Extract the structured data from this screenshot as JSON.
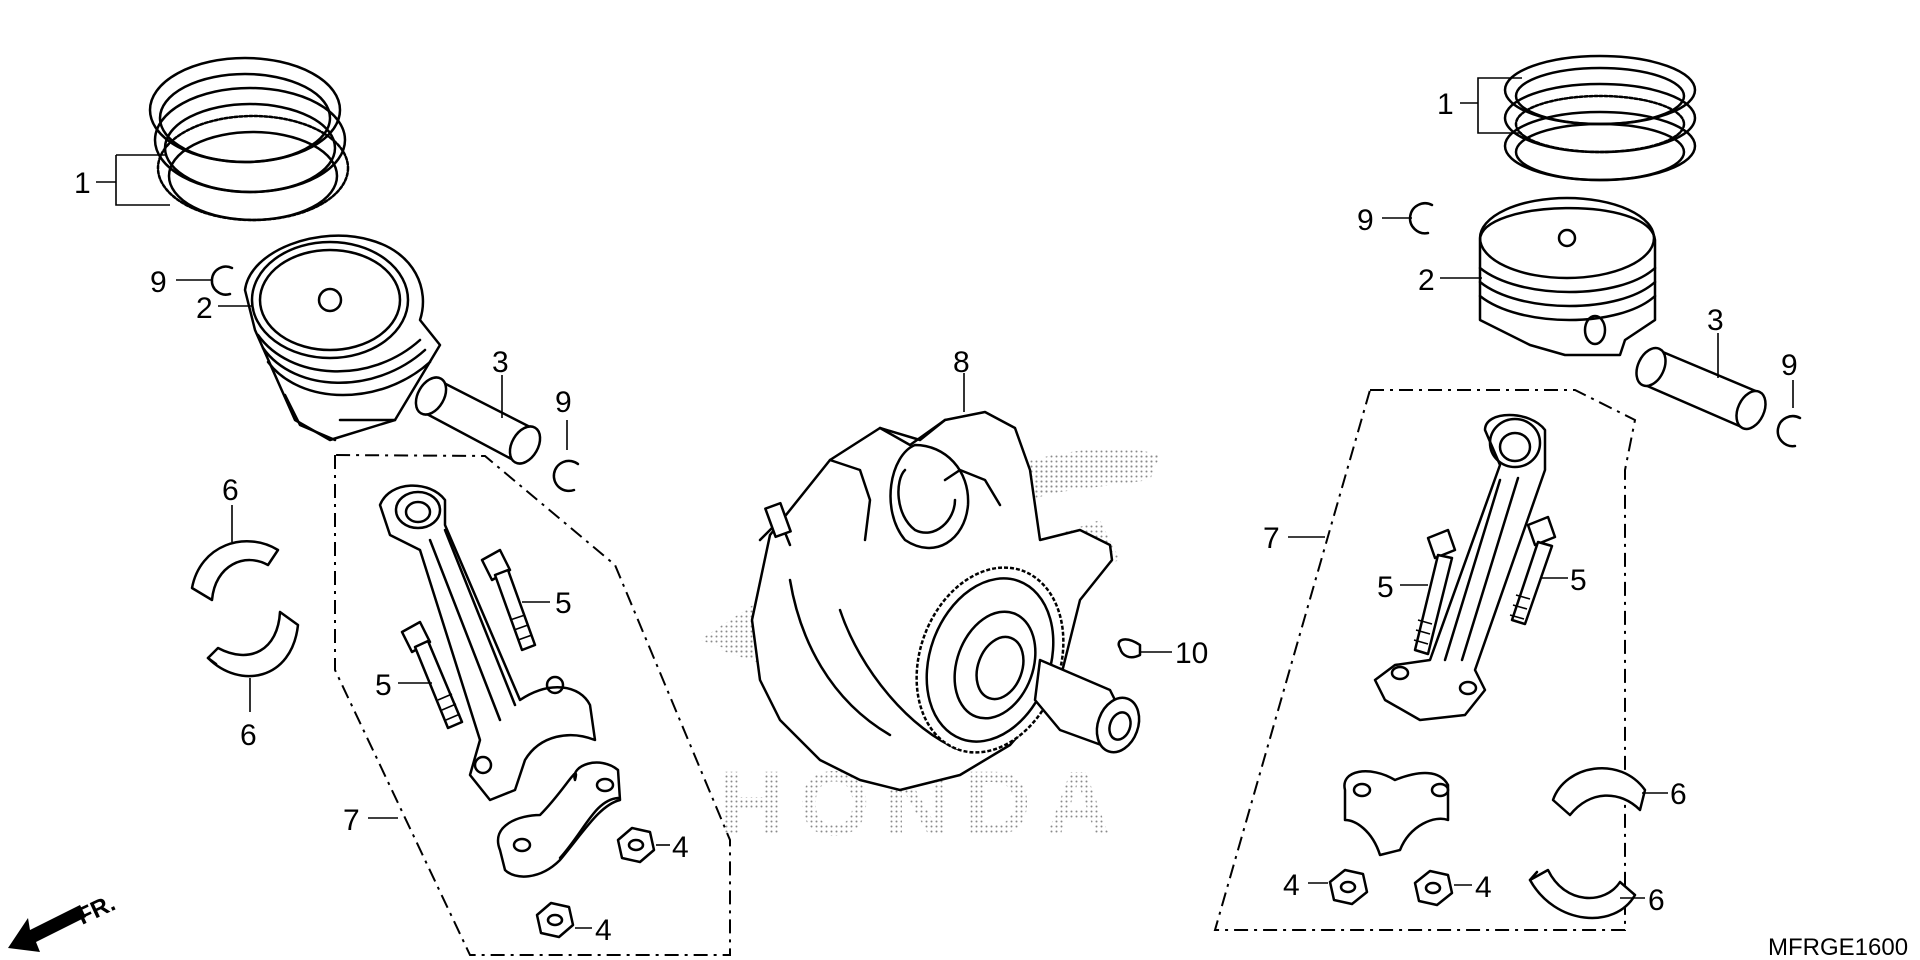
{
  "diagram": {
    "callouts": {
      "c1_left": "1",
      "c2_left": "2",
      "c3_left": "3",
      "c9_left_a": "9",
      "c9_left_b": "9",
      "c6_left_a": "6",
      "c6_left_b": "6",
      "c5_left_a": "5",
      "c5_left_b": "5",
      "c7_left": "7",
      "c4_left_a": "4",
      "c4_left_b": "4",
      "c8": "8",
      "c10": "10",
      "c1_right": "1",
      "c2_right": "2",
      "c3_right": "3",
      "c9_right_a": "9",
      "c9_right_b": "9",
      "c7_right": "7",
      "c5_right_a": "5",
      "c5_right_b": "5",
      "c6_right_a": "6",
      "c6_right_b": "6",
      "c4_right_a": "4",
      "c4_right_b": "4"
    },
    "watermark": "HONDA",
    "direction_label": "FR.",
    "diagram_code": "MFRGE1600"
  }
}
